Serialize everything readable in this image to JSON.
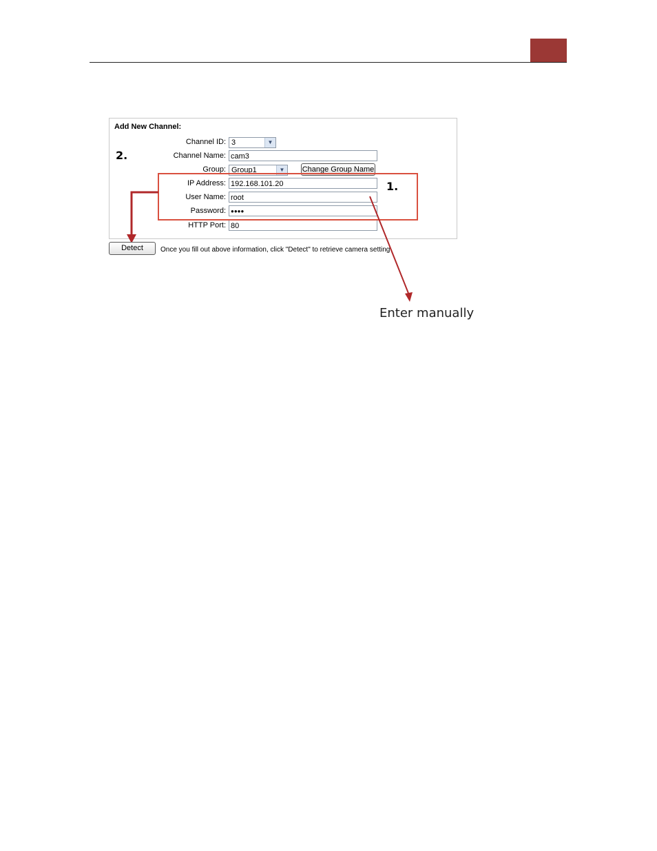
{
  "form": {
    "title": "Add New Channel:",
    "channel_id": {
      "label": "Channel ID:",
      "value": "3"
    },
    "channel_name": {
      "label": "Channel Name:",
      "value": "cam3"
    },
    "group": {
      "label": "Group:",
      "value": "Group1",
      "button_label": "Change Group Name"
    },
    "ip_address": {
      "label": "IP Address:",
      "value": "192.168.101.20"
    },
    "user_name": {
      "label": "User Name:",
      "value": "root"
    },
    "password": {
      "label": "Password:",
      "value": "●●●●"
    },
    "http_port": {
      "label": "HTTP Port:",
      "value": "80"
    }
  },
  "detect_button_label": "Detect",
  "hint_text": "Once you fill out above information, click \"Detect\" to retrieve camera setting",
  "step_labels": {
    "step1": "1.",
    "step2": "2."
  },
  "annotation": "Enter manually",
  "colors": {
    "accent": "#9b3835",
    "highlight_box": "#d9503f",
    "arrow": "#b0282a"
  }
}
